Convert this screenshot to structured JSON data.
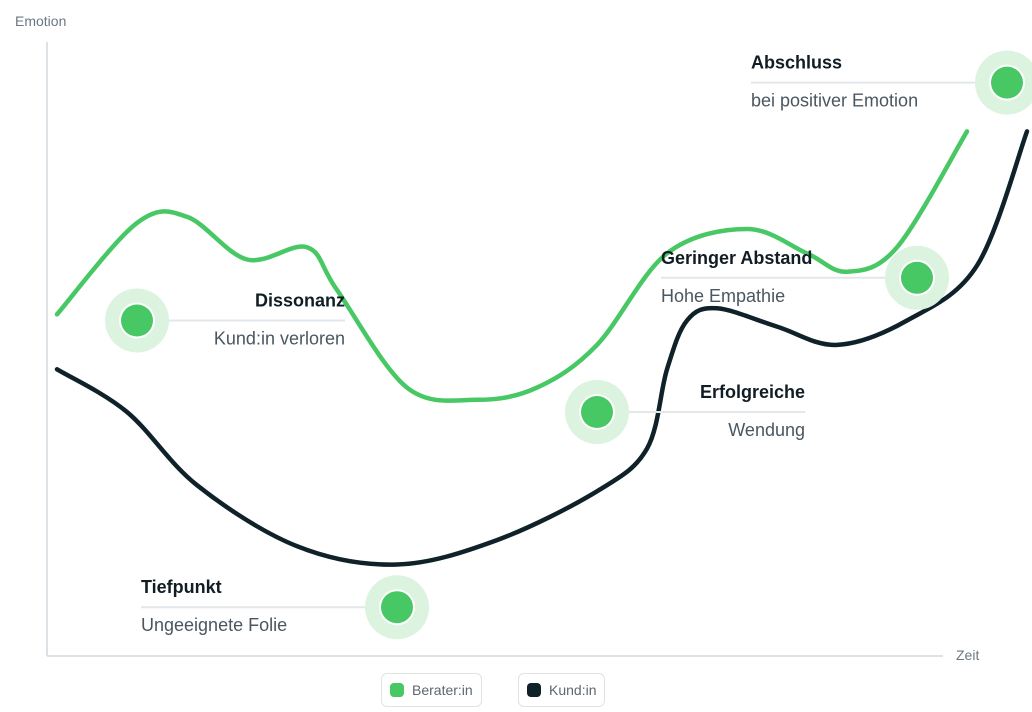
{
  "chart_data": {
    "type": "line",
    "xlabel": "Zeit",
    "ylabel": "Emotion",
    "xlim": [
      0,
      100
    ],
    "ylim": [
      0,
      100
    ],
    "grid": false,
    "legend_placement": "bottom-center",
    "series": [
      {
        "name": "Berater:in",
        "color": "#48c765",
        "points": [
          [
            1,
            56
          ],
          [
            9,
            71
          ],
          [
            14,
            72
          ],
          [
            20,
            65
          ],
          [
            26,
            67
          ],
          [
            29,
            60
          ],
          [
            36,
            44
          ],
          [
            43,
            42
          ],
          [
            49,
            44
          ],
          [
            55,
            51
          ],
          [
            62,
            66
          ],
          [
            70,
            70
          ],
          [
            76,
            66
          ],
          [
            80,
            63
          ],
          [
            85,
            67
          ],
          [
            92,
            86
          ]
        ]
      },
      {
        "name": "Kund:in",
        "color": "#0f2129",
        "points": [
          [
            1,
            47
          ],
          [
            8,
            40
          ],
          [
            15,
            28
          ],
          [
            25,
            18
          ],
          [
            35,
            15
          ],
          [
            45,
            19
          ],
          [
            55,
            27
          ],
          [
            60,
            34
          ],
          [
            62,
            47
          ],
          [
            64,
            55
          ],
          [
            67,
            57
          ],
          [
            73,
            54
          ],
          [
            79,
            51
          ],
          [
            86,
            55
          ],
          [
            93,
            64
          ],
          [
            98,
            86
          ]
        ]
      }
    ],
    "annotations": [
      {
        "title": "Dissonanz",
        "subtitle": "Kund:in verloren",
        "series": "Berater:in",
        "x": 9,
        "y": 55,
        "align": "right"
      },
      {
        "title": "Geringer Abstand",
        "subtitle": "Hohe Empathie",
        "series": "Berater:in",
        "x": 87,
        "y": 62,
        "align": "left"
      },
      {
        "title": "Abschluss",
        "subtitle": "bei positiver Emotion",
        "series": "Berater:in",
        "x": 96,
        "y": 94,
        "align": "left"
      },
      {
        "title": "Erfolgreiche",
        "subtitle": "Wendung",
        "series": "Berater:in",
        "x": 55,
        "y": 40,
        "align": "right"
      },
      {
        "title": "Tiefpunkt",
        "subtitle": "Ungeeignete Folie",
        "series": "Kund:in",
        "x": 35,
        "y": 8,
        "align": "left"
      }
    ],
    "marker_color": "#48c765",
    "marker_halo_color": "#dcf3e0"
  }
}
